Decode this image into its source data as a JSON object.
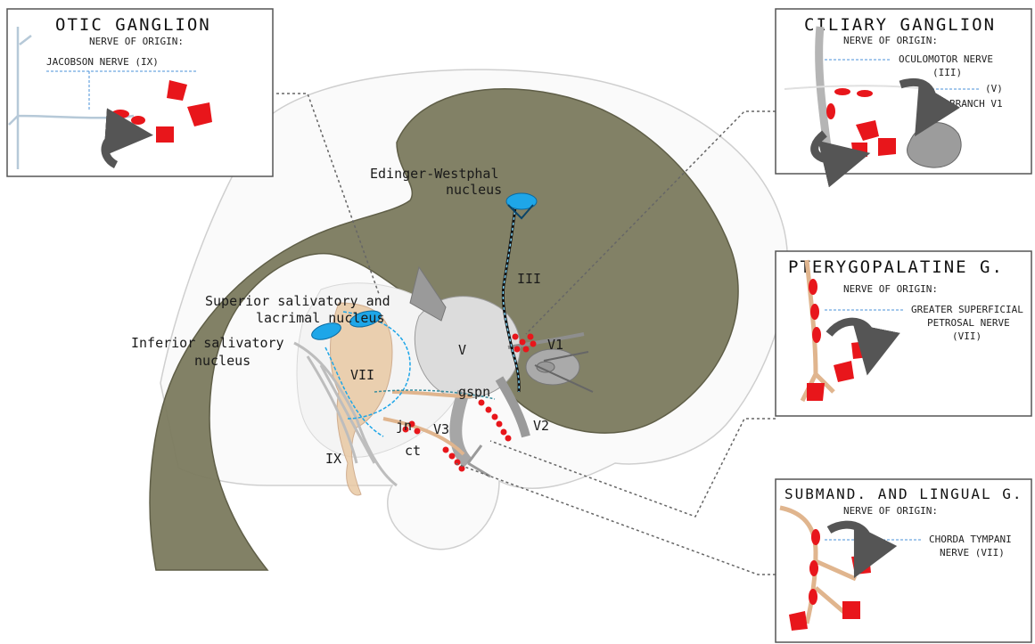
{
  "colors": {
    "brain": "#7b7a5e",
    "brain_edge": "#5f5e47",
    "outline": "#cfcfcf",
    "nucleus_blue": "#1ea6e8",
    "ganglion_red": "#e8161b",
    "nerve_skin": "#e9c9a4",
    "nerve_gray": "#d4d4d4",
    "arrow_gray": "#555555",
    "leader_dots": "#666666"
  },
  "brain_labels": {
    "edinger_1": "Edinger-Westphal",
    "edinger_2": "nucleus",
    "superior_1": "Superior salivatory and",
    "superior_2": "lacrimal nucleus",
    "inferior_1": "Inferior salivatory",
    "inferior_2": "nucleus",
    "III": "III",
    "V": "V",
    "V1": "V1",
    "V2": "V2",
    "V3": "V3",
    "VII": "VII",
    "IX": "IX",
    "gspn": "gspn",
    "jn": "jn",
    "ct": "ct"
  },
  "boxes": {
    "otic": {
      "title": "OTIC GANGLION",
      "origin_label": "NERVE OF ORIGIN:",
      "nerve_1": "JACOBSON NERVE (IX)"
    },
    "ciliary": {
      "title": "CILIARY GANGLION",
      "origin_label": "NERVE OF ORIGIN:",
      "nerve_1": "OCULOMOTOR NERVE",
      "nerve_2": "(III)",
      "nerve_3": "(V)",
      "nerve_4": "BRANCH V1"
    },
    "ptery": {
      "title": "PTERYGOPALATINE G.",
      "origin_label": "NERVE OF ORIGIN:",
      "nerve_1": "GREATER SUPERFICIAL",
      "nerve_2": "PETROSAL NERVE",
      "nerve_3": "(VII)"
    },
    "submand": {
      "title": "SUBMAND. AND LINGUAL G.",
      "origin_label": "NERVE OF ORIGIN:",
      "nerve_1": "CHORDA TYMPANI",
      "nerve_2": "NERVE (VII)"
    }
  }
}
